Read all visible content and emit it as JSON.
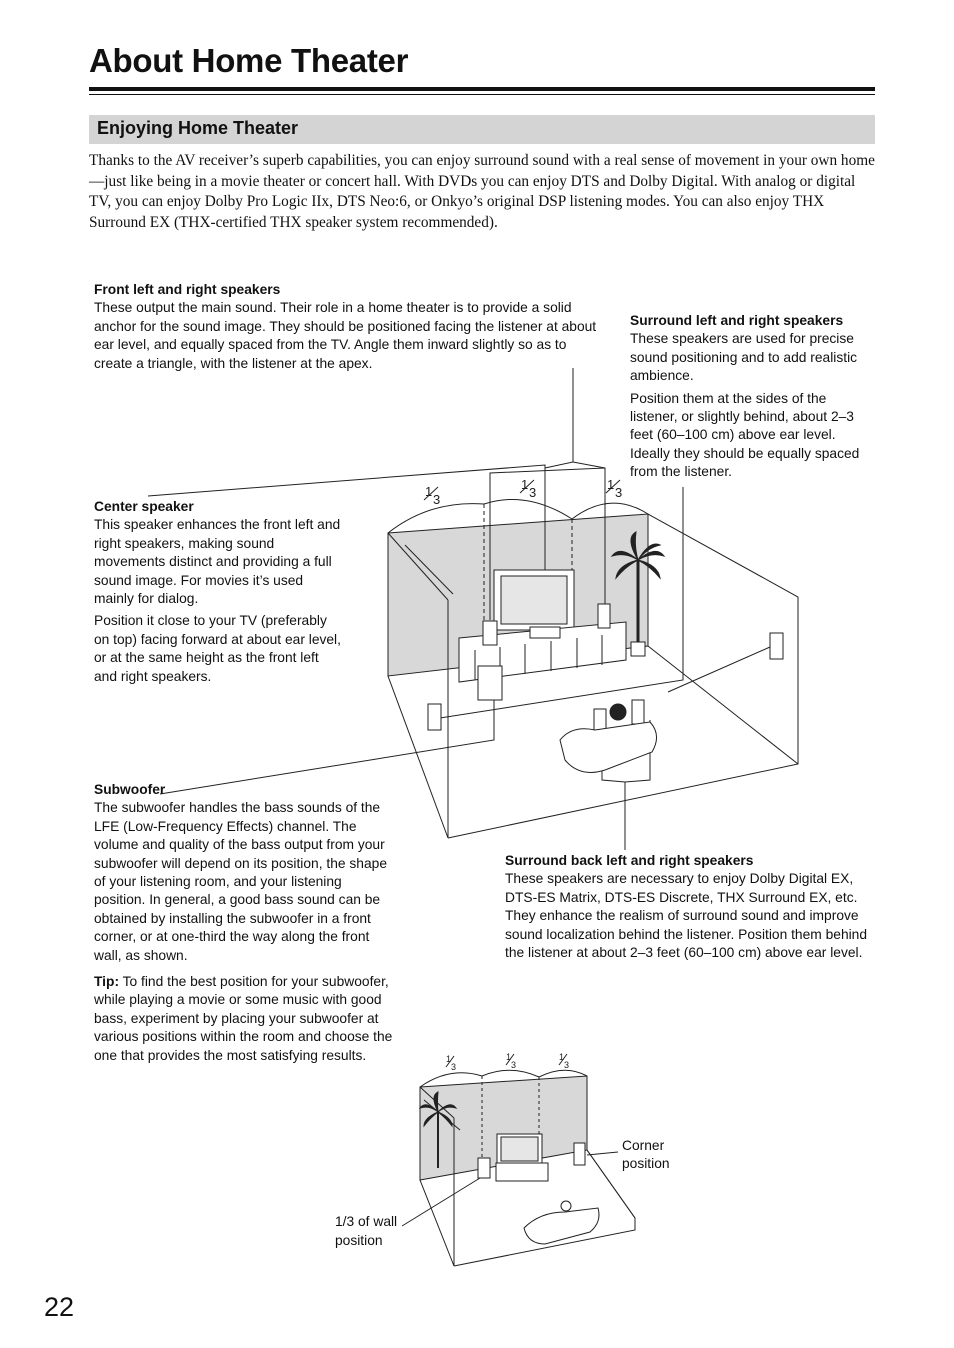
{
  "page": {
    "title": "About Home Theater",
    "number": "22"
  },
  "section": {
    "title": "Enjoying Home Theater",
    "intro": "Thanks to the AV receiver’s superb capabilities, you can enjoy surround sound with a real sense of movement in your own home—just like being in a movie theater or concert hall. With DVDs you can enjoy DTS and Dolby Digital. With analog or digital TV, you can enjoy Dolby Pro Logic IIx, DTS Neo:6, or Onkyo’s original DSP listening modes. You can also enjoy THX Surround EX (THX-certified THX speaker system recommended)."
  },
  "front": {
    "heading": "Front left and right speakers",
    "text": "These output the main sound. Their role in a home theater is to provide a solid anchor for the sound image. They should be positioned facing the listener at about ear level, and equally spaced from the TV. Angle them inward slightly so as to create a triangle, with the listener at the apex."
  },
  "surround": {
    "heading": "Surround left and right speakers",
    "text1": "These speakers are used for precise sound positioning and to add realistic ambience.",
    "text2": "Position them at the sides of the listener, or slightly behind, about 2–3 feet (60–100 cm) above ear level. Ideally they should be equally spaced from the listener."
  },
  "center": {
    "heading": "Center speaker",
    "text1": "This speaker enhances the front left and right speakers, making sound movements distinct and providing a full sound image. For movies it’s used mainly for dialog.",
    "text2": "Position it close to your TV (preferably on top) facing forward at about ear level, or at the same height as the front left and right speakers."
  },
  "subwoofer": {
    "heading": "Subwoofer",
    "text": "The subwoofer handles the bass sounds of the LFE (Low-Frequency Effects) channel. The volume and quality of the bass output from your subwoofer will depend on its position, the shape of your listening room, and your listening position. In general, a good bass sound can be obtained by installing the subwoofer in a front corner, or at one-third the way along the front wall, as shown."
  },
  "tip": {
    "label": "Tip:",
    "text": " To find the best position for your subwoofer, while playing a movie or some music with good bass, experiment by placing your subwoofer at various positions within the room and choose the one that provides the most satisfying results."
  },
  "surround_back": {
    "heading": "Surround back left and right speakers",
    "text": "These speakers are necessary to enjoy Dolby Digital EX, DTS-ES Matrix, DTS-ES Discrete, THX Surround EX, etc. They enhance the realism of surround sound and improve sound localization behind the listener. Position them behind the listener at about 2–3 feet (60–100 cm) above ear level."
  },
  "diagram": {
    "fraction_num": "1",
    "fraction_den": "3",
    "corner_label_1": "Corner",
    "corner_label_2": "position",
    "wall_label_1": "1/3 of wall",
    "wall_label_2": "position"
  }
}
